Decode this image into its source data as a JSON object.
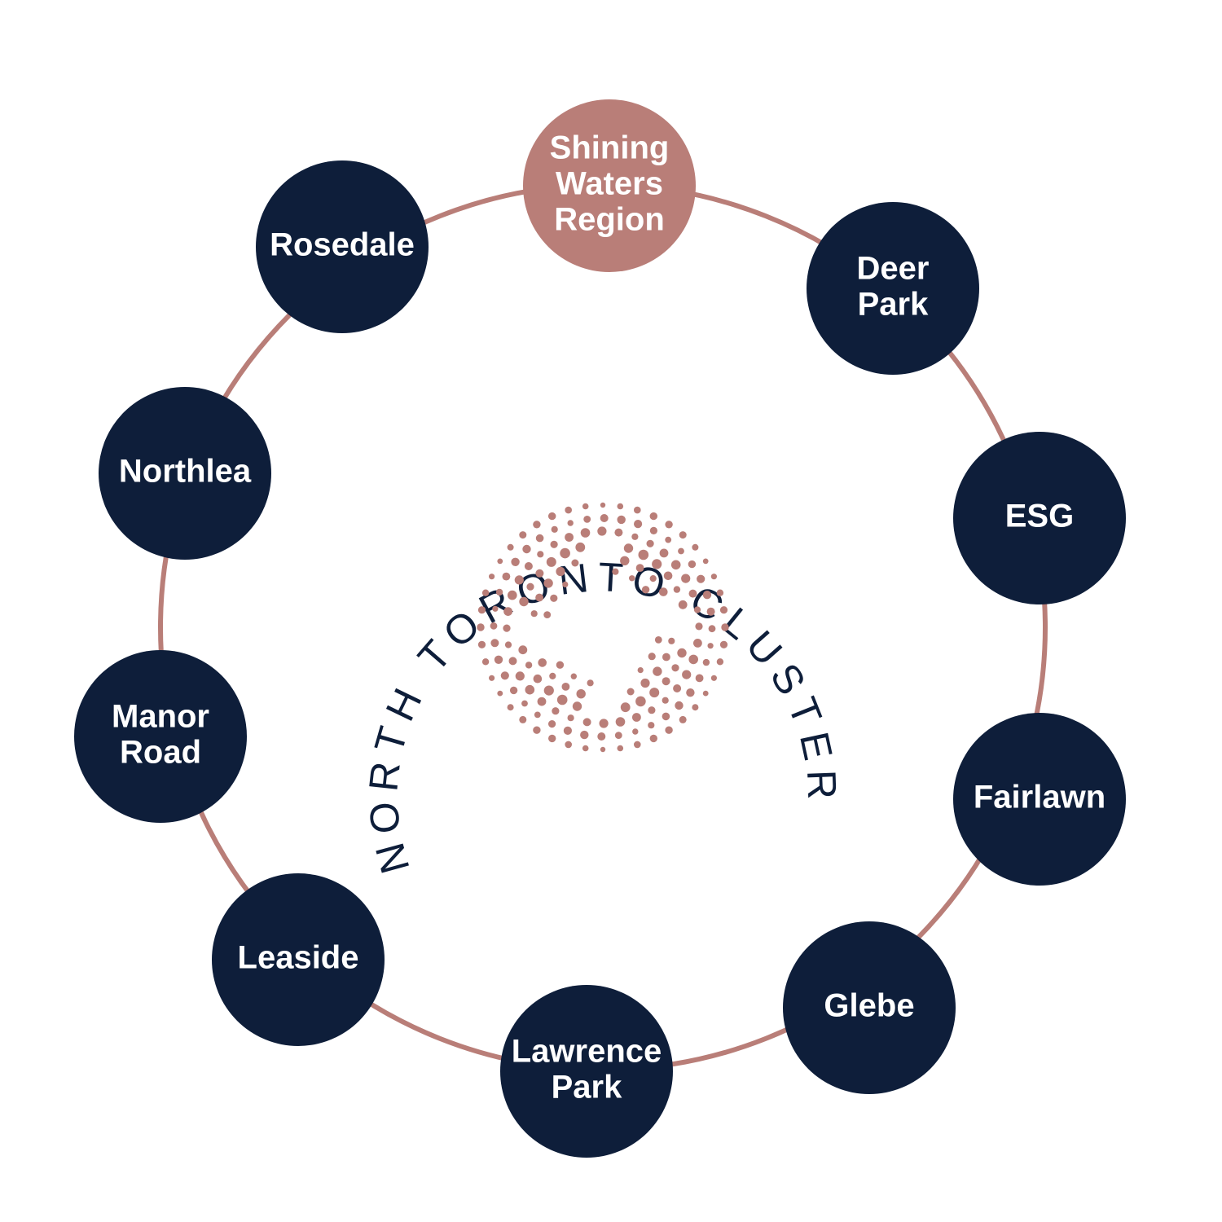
{
  "colors": {
    "navy": "#0e1e3a",
    "rose": "#b97e78",
    "ring": "#b97e78",
    "background": "#ffffff"
  },
  "hub": {
    "title": "NORTH TORONTO CLUSTER",
    "emblem": "dotted-circle-logo"
  },
  "nodes": [
    {
      "id": "shining-waters-region",
      "lines": [
        "Shining",
        "Waters",
        "Region"
      ],
      "color": "rose"
    },
    {
      "id": "deer-park",
      "lines": [
        "Deer",
        "Park"
      ],
      "color": "navy"
    },
    {
      "id": "esg",
      "lines": [
        "ESG"
      ],
      "color": "navy"
    },
    {
      "id": "fairlawn",
      "lines": [
        "Fairlawn"
      ],
      "color": "navy"
    },
    {
      "id": "glebe",
      "lines": [
        "Glebe"
      ],
      "color": "navy"
    },
    {
      "id": "lawrence-park",
      "lines": [
        "Lawrence",
        "Park"
      ],
      "color": "navy"
    },
    {
      "id": "leaside",
      "lines": [
        "Leaside"
      ],
      "color": "navy"
    },
    {
      "id": "manor-road",
      "lines": [
        "Manor",
        "Road"
      ],
      "color": "navy"
    },
    {
      "id": "northlea",
      "lines": [
        "Northlea"
      ],
      "color": "navy"
    },
    {
      "id": "rosedale",
      "lines": [
        "Rosedale"
      ],
      "color": "navy"
    }
  ]
}
